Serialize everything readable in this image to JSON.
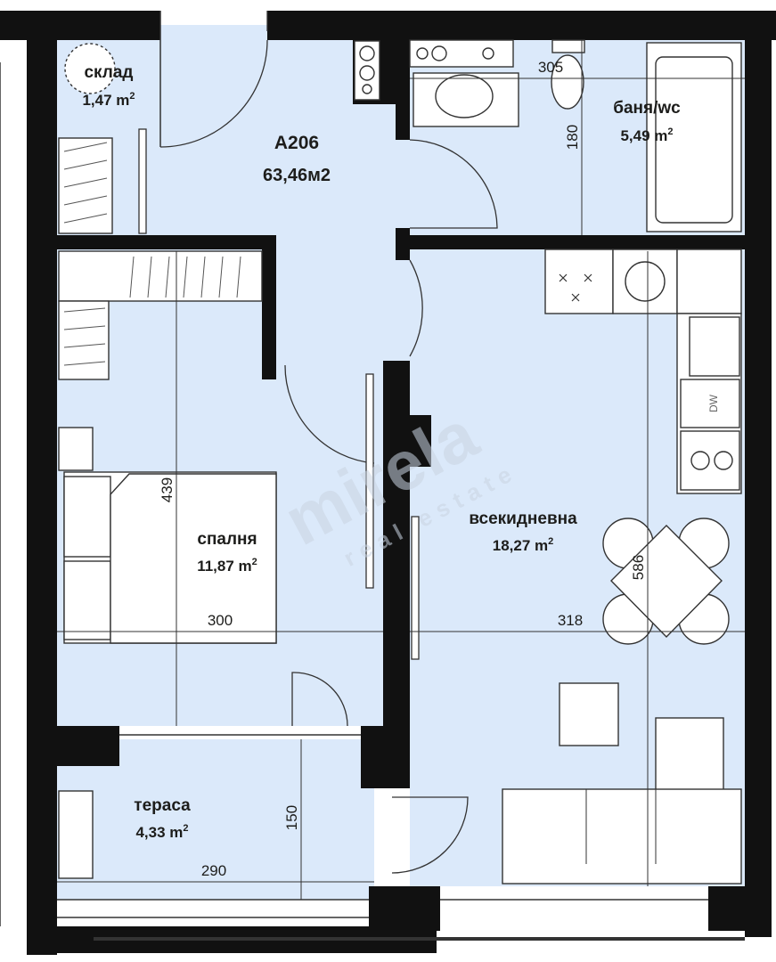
{
  "unit": {
    "code": "A206",
    "total_area": "63,46м2"
  },
  "rooms": {
    "storage": {
      "name": "склад",
      "area": "1,47 m",
      "sup": "2"
    },
    "bathroom": {
      "name": "баня/wc",
      "area": "5,49 m",
      "sup": "2"
    },
    "bedroom": {
      "name": "спалня",
      "area": "11,87 m",
      "sup": "2"
    },
    "living": {
      "name": "всекидневна",
      "area": "18,27 m",
      "sup": "2"
    },
    "terrace": {
      "name": "тераса",
      "area": "4,33 m",
      "sup": "2"
    }
  },
  "dimensions": {
    "bath_width": "305",
    "bath_depth": "180",
    "bedroom_height": "439",
    "bedroom_width": "300",
    "living_width": "318",
    "living_height": "586",
    "terrace_depth": "150",
    "terrace_width": "290"
  },
  "appliances": {
    "dishwasher": "DW"
  },
  "watermark": {
    "brand": "mirela",
    "tagline": "real estate"
  },
  "colors": {
    "floor": "#dbe9fa",
    "wall": "#111111",
    "text": "#1d1d1b"
  }
}
